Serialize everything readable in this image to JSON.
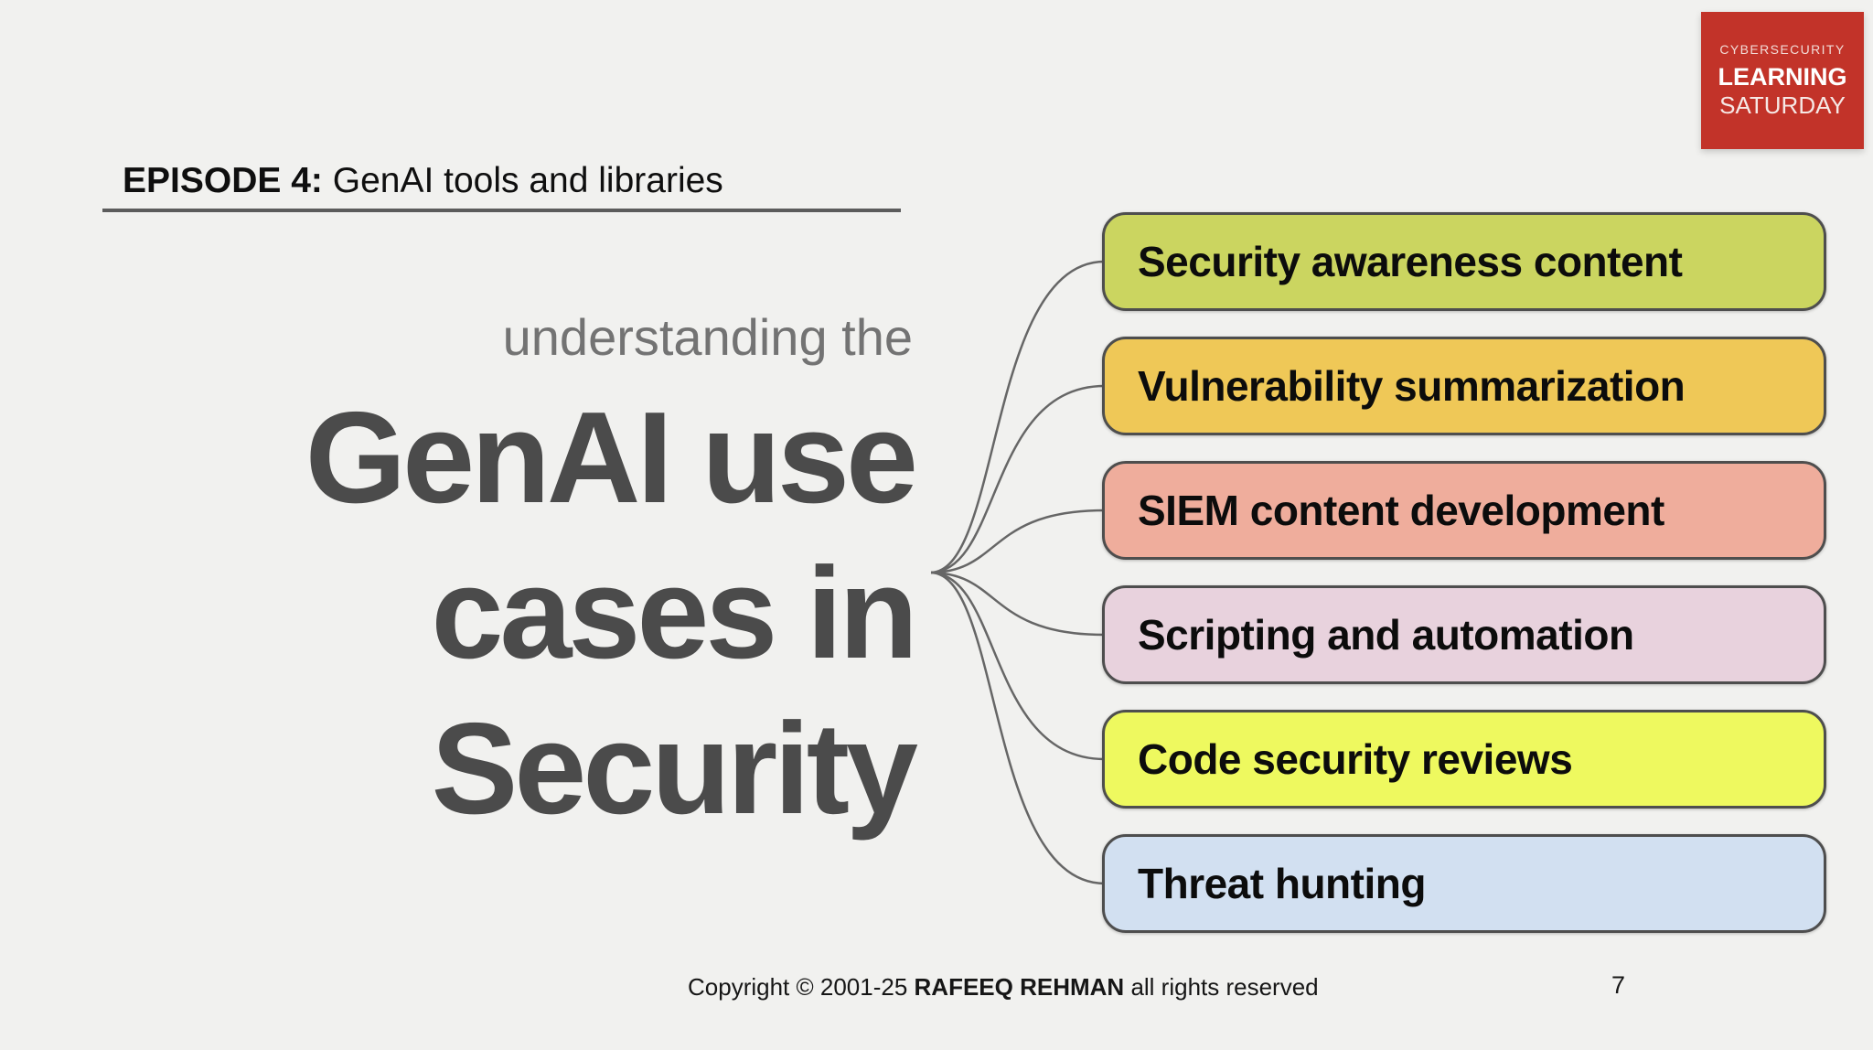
{
  "header": {
    "episode_label": "EPISODE 4:",
    "episode_title": " GenAI tools and libraries"
  },
  "badge": {
    "line1": "CYBERSECURITY",
    "line2": "LEARNING",
    "line3": "SATURDAY",
    "bg_color": "#c23329"
  },
  "title": {
    "kicker": "understanding the",
    "lines": [
      "GenAI use",
      "cases in",
      "Security"
    ]
  },
  "mindmap": {
    "line_color": "#666666",
    "nodes": [
      {
        "label": "Security awareness content",
        "color": "#cbd560"
      },
      {
        "label": "Vulnerability summarization",
        "color": "#efc857"
      },
      {
        "label": "SIEM content development",
        "color": "#efad9c"
      },
      {
        "label": "Scripting and automation",
        "color": "#e8d2dd"
      },
      {
        "label": "Code security reviews",
        "color": "#eef95f"
      },
      {
        "label": "Threat hunting",
        "color": "#d2e0f1"
      }
    ]
  },
  "footer": {
    "copyright_prefix": "Copyright © 2001-25",
    "author": "RAFEEQ REHMAN",
    "copyright_suffix": "all rights reserved",
    "page_number": "7"
  }
}
